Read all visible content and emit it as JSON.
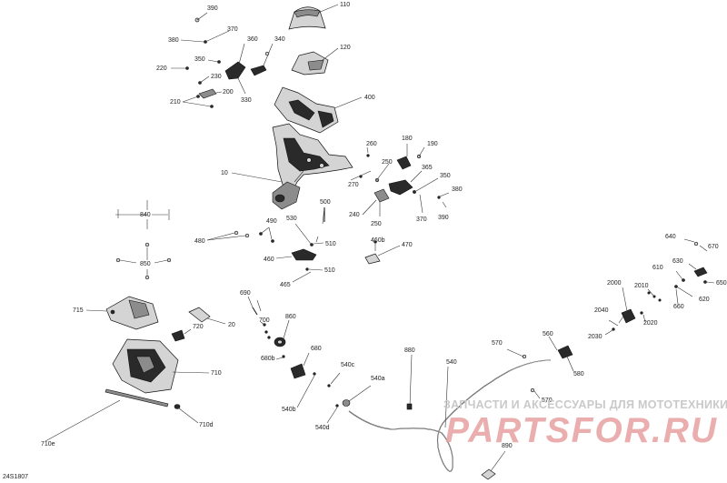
{
  "diagram": {
    "reference_code": "24S1807",
    "watermark": {
      "tagline": "ЗАПЧАСТИ И АКСЕССУАРЫ ДЛЯ МОТОТЕХНИКИ",
      "logo": "PARTSFOR.RU"
    },
    "callouts": [
      "390",
      "370",
      "380",
      "360",
      "340",
      "110",
      "350",
      "220",
      "230",
      "120",
      "200",
      "210",
      "330",
      "400",
      "10",
      "260",
      "180",
      "190",
      "270",
      "250",
      "365",
      "350",
      "380",
      "240",
      "250",
      "370",
      "390",
      "500",
      "530",
      "510",
      "840",
      "490",
      "480",
      "460b",
      "470",
      "460",
      "510",
      "465",
      "850",
      "690",
      "860",
      "715",
      "720",
      "20",
      "700",
      "680",
      "680b",
      "710",
      "540c",
      "880",
      "540",
      "570",
      "560",
      "580",
      "540a",
      "540b",
      "570",
      "540d",
      "710e",
      "710d",
      "890",
      "640",
      "670",
      "630",
      "610",
      "650",
      "620",
      "2000",
      "2010",
      "660",
      "2040",
      "2020",
      "2030"
    ]
  }
}
